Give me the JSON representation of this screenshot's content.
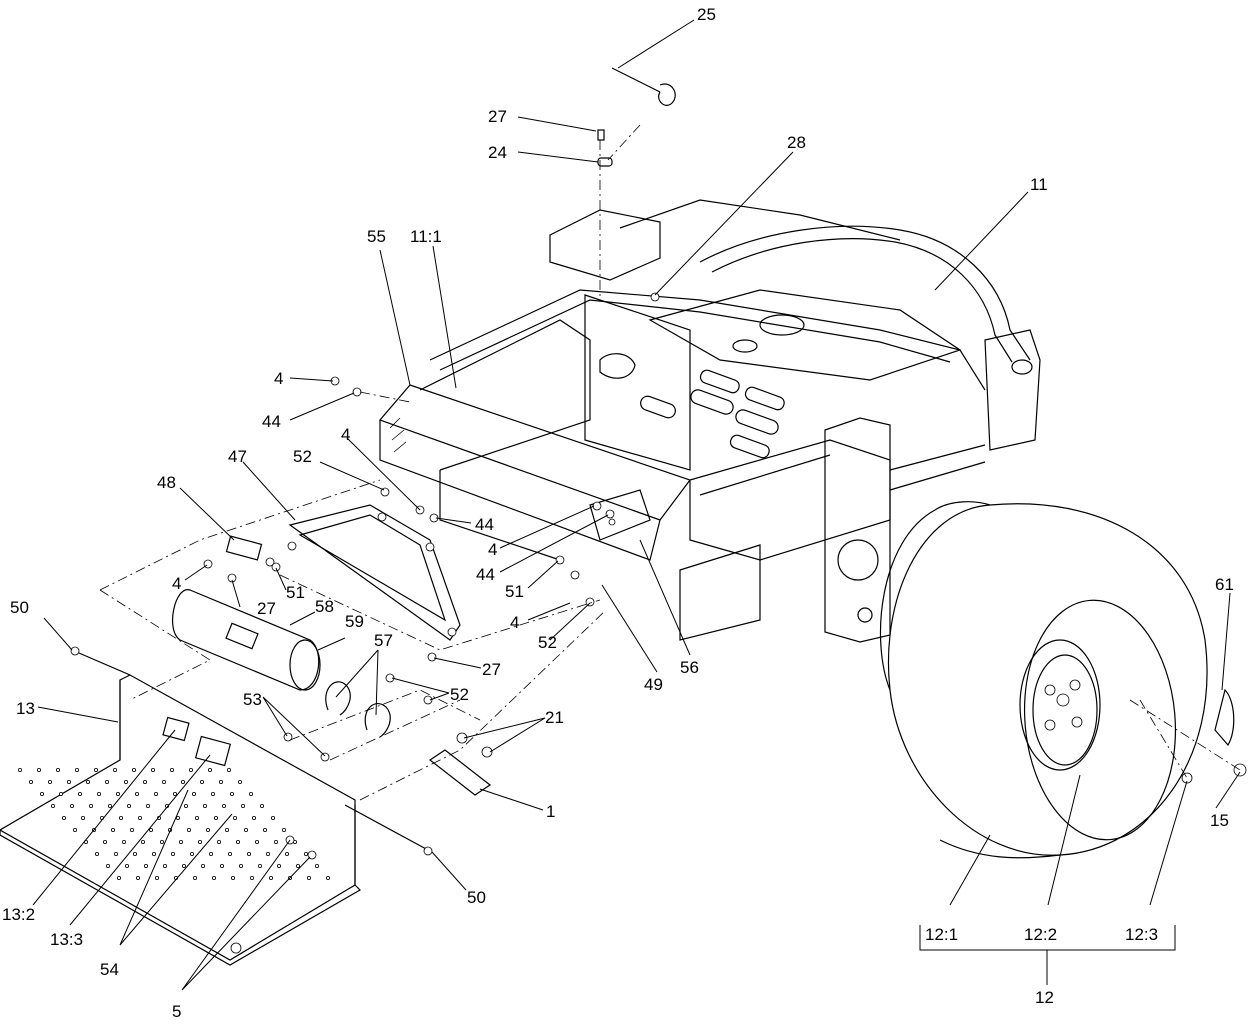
{
  "callouts": [
    {
      "id": "c25",
      "text": "25"
    },
    {
      "id": "c27a",
      "text": "27"
    },
    {
      "id": "c24",
      "text": "24"
    },
    {
      "id": "c28",
      "text": "28"
    },
    {
      "id": "c11",
      "text": "11"
    },
    {
      "id": "c55",
      "text": "55"
    },
    {
      "id": "c11_1",
      "text": "11:1"
    },
    {
      "id": "c4a",
      "text": "4"
    },
    {
      "id": "c44a",
      "text": "44"
    },
    {
      "id": "c4b",
      "text": "4"
    },
    {
      "id": "c52a",
      "text": "52"
    },
    {
      "id": "c47",
      "text": "47"
    },
    {
      "id": "c44b",
      "text": "44"
    },
    {
      "id": "c48",
      "text": "48"
    },
    {
      "id": "c4c",
      "text": "4"
    },
    {
      "id": "c44c",
      "text": "44"
    },
    {
      "id": "c4d",
      "text": "4"
    },
    {
      "id": "c51a",
      "text": "51"
    },
    {
      "id": "c27b",
      "text": "27"
    },
    {
      "id": "c51b",
      "text": "51"
    },
    {
      "id": "c58",
      "text": "58"
    },
    {
      "id": "c50a",
      "text": "50"
    },
    {
      "id": "c59",
      "text": "59"
    },
    {
      "id": "c4e",
      "text": "4"
    },
    {
      "id": "c52b",
      "text": "52"
    },
    {
      "id": "c57",
      "text": "57"
    },
    {
      "id": "c27c",
      "text": "27"
    },
    {
      "id": "c49",
      "text": "49"
    },
    {
      "id": "c56",
      "text": "56"
    },
    {
      "id": "c61",
      "text": "61"
    },
    {
      "id": "c13",
      "text": "13"
    },
    {
      "id": "c53",
      "text": "53"
    },
    {
      "id": "c52c",
      "text": "52"
    },
    {
      "id": "c21",
      "text": "21"
    },
    {
      "id": "c1",
      "text": "1"
    },
    {
      "id": "c15",
      "text": "15"
    },
    {
      "id": "c50b",
      "text": "50"
    },
    {
      "id": "c13_2",
      "text": "13:2"
    },
    {
      "id": "c13_3",
      "text": "13:3"
    },
    {
      "id": "c54",
      "text": "54"
    },
    {
      "id": "c5",
      "text": "5"
    },
    {
      "id": "c12_1",
      "text": "12:1"
    },
    {
      "id": "c12_2",
      "text": "12:2"
    },
    {
      "id": "c12_3",
      "text": "12:3"
    },
    {
      "id": "c12",
      "text": "12"
    }
  ]
}
